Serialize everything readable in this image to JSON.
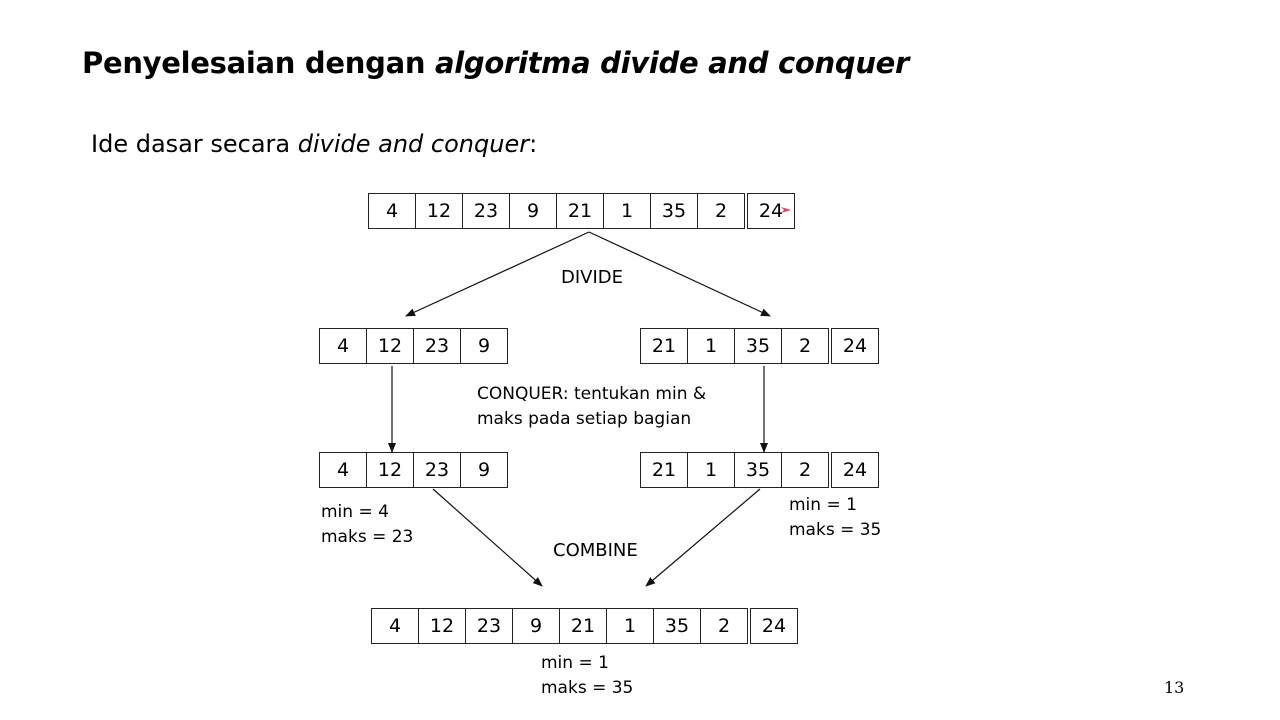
{
  "slide": {
    "title_plain": "Penyelesaian dengan ",
    "title_italic": "algoritma divide and conquer",
    "subtitle_plain": "Ide dasar secara ",
    "subtitle_italic": "divide and conquer",
    "subtitle_end": ":",
    "page_number": "13"
  },
  "diagram": {
    "top_array": [
      "4",
      "12",
      "23",
      "9",
      "21",
      "1",
      "35",
      "2",
      "24"
    ],
    "left_half": [
      "4",
      "12",
      "23",
      "9"
    ],
    "right_half": [
      "21",
      "1",
      "35",
      "2",
      "24"
    ],
    "left_conquered": [
      "4",
      "12",
      "23",
      "9"
    ],
    "right_conquered": [
      "21",
      "1",
      "35",
      "2",
      "24"
    ],
    "combined": [
      "4",
      "12",
      "23",
      "9",
      "21",
      "1",
      "35",
      "2",
      "24"
    ],
    "divide_label": "DIVIDE",
    "conquer_line1": "CONQUER: tentukan min &",
    "conquer_line2": "maks pada setiap bagian",
    "combine_label": "COMBINE",
    "left_min": "min = 4",
    "left_max": "maks = 23",
    "right_min": "min = 1",
    "right_max": "maks = 35",
    "final_min": "min = 1",
    "final_max": "maks = 35"
  },
  "colors": {
    "pen_mark": "#e0435a"
  }
}
